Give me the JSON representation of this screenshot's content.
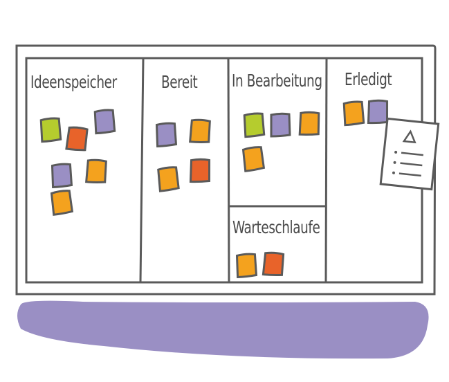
{
  "colors": {
    "green": "#b5cc2e",
    "red": "#e8632a",
    "purple": "#9a8fc4",
    "orange": "#f4a21e",
    "line": "#5a5a5a",
    "shadow": "#9a8fc4"
  },
  "columns": [
    {
      "title": "Ideenspeicher",
      "notes": [
        "green",
        "red",
        "purple",
        "purple",
        "orange",
        "orange"
      ]
    },
    {
      "title": "Bereit",
      "notes": [
        "purple",
        "orange",
        "orange",
        "red"
      ]
    },
    {
      "title": "In Bearbeitung",
      "notes": [
        "green",
        "purple",
        "orange",
        "orange"
      ]
    },
    {
      "title": "Erledigt",
      "notes": [
        "orange",
        "purple"
      ]
    }
  ],
  "waiting": {
    "title": "Warteschlaufe",
    "notes": [
      "orange",
      "red"
    ]
  },
  "attached_doc": {
    "icon": "warning-icon"
  }
}
